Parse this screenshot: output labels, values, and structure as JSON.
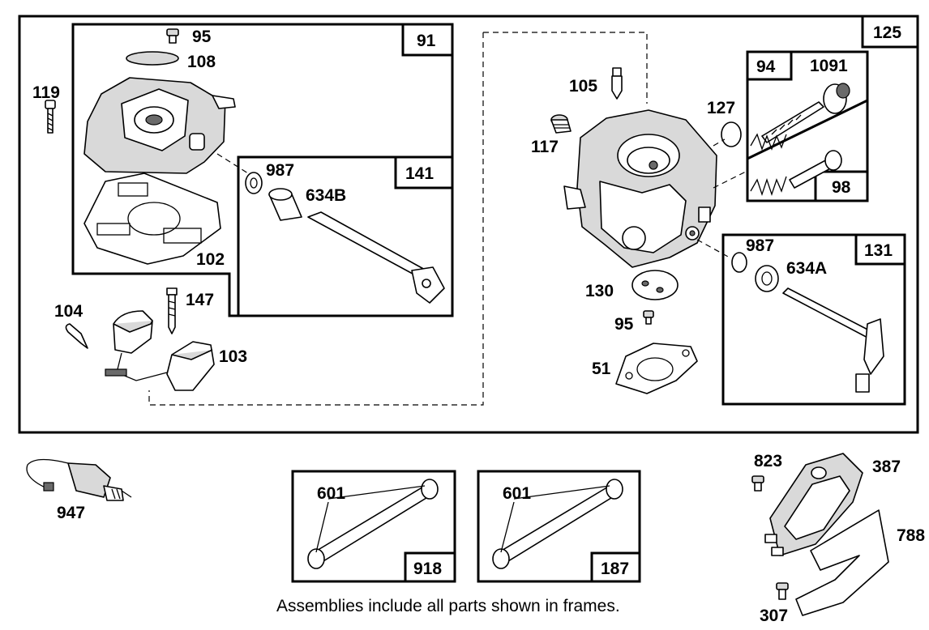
{
  "caption": "Assemblies include all parts shown in frames.",
  "frames": {
    "f125": "125",
    "f91": "91",
    "f141": "141",
    "f94": "94",
    "f98": "98",
    "f131": "131",
    "f918": "918",
    "f187": "187"
  },
  "labels": {
    "p95a": "95",
    "p108": "108",
    "p119": "119",
    "p987a": "987",
    "p634b": "634B",
    "p102": "102",
    "p147": "147",
    "p104": "104",
    "p103": "103",
    "p105": "105",
    "p117": "117",
    "p127": "127",
    "p1091": "1091",
    "p987b": "987",
    "p634a": "634A",
    "p130": "130",
    "p95b": "95",
    "p51": "51",
    "p947": "947",
    "p601a": "601",
    "p601b": "601",
    "p823": "823",
    "p387": "387",
    "p788": "788",
    "p307": "307"
  }
}
